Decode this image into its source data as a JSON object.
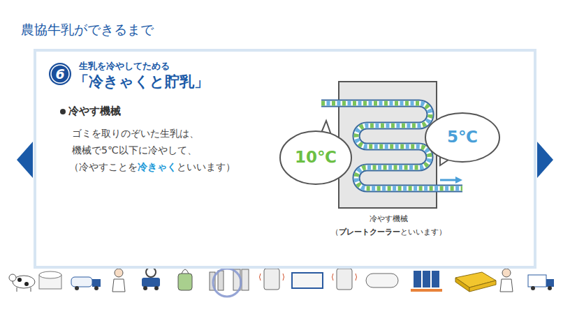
{
  "diagram": {
    "title": "農協牛乳ができるまで",
    "nodes": [
      {
        "text": [
          "生乳を冷やしてためる",
          "「冷きゃくと貯乳」"
        ]
      },
      {
        "text": [
          "6"
        ],
        "in": 0
      },
      {
        "text": [
          "10℃"
        ],
        "in": 0
      },
      {
        "text": [
          "5℃"
        ],
        "in": 0
      }
    ],
    "labels": [
      "冷やす機械",
      "ゴミを取りのぞいた生乳は、",
      "機械で5℃以下に冷やして、",
      "（冷やすことを",
      "冷きゃく",
      "といいます）",
      "冷やす機械",
      "（",
      "プレートクーラー",
      "といいます）"
    ]
  }
}
